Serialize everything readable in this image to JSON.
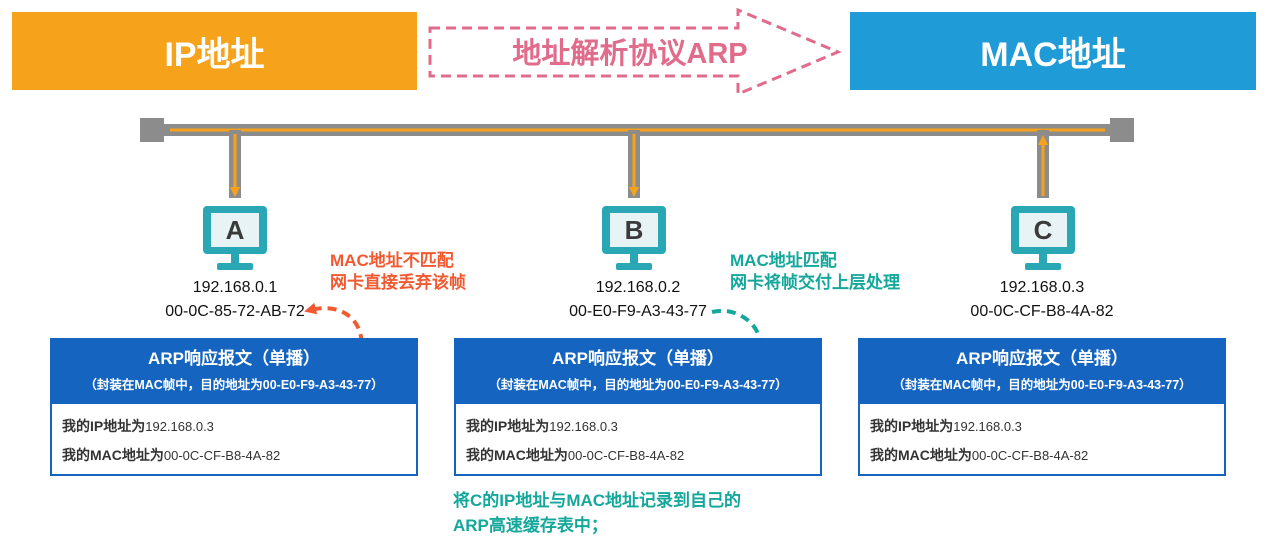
{
  "banner": {
    "left_label": "IP地址",
    "arrow_label": "地址解析协议ARP",
    "right_label": "MAC地址"
  },
  "hosts": [
    {
      "letter": "A",
      "ip": "192.168.0.1",
      "mac": "00-0C-85-72-AB-72"
    },
    {
      "letter": "B",
      "ip": "192.168.0.2",
      "mac": "00-E0-F9-A3-43-77"
    },
    {
      "letter": "C",
      "ip": "192.168.0.3",
      "mac": "00-0C-CF-B8-4A-82"
    }
  ],
  "notes": {
    "a_line1": "MAC地址不匹配",
    "a_line2": "网卡直接丢弃该帧",
    "b_line1": "MAC地址匹配",
    "b_line2": "网卡将帧交付上层处理"
  },
  "packet": {
    "title": "ARP响应报文（单播）",
    "subtitle_prefix": "（封装在MAC帧中，目的地址为",
    "subtitle_mac": "00-E0-F9-A3-43-77",
    "subtitle_suffix": "）",
    "ip_prefix": "我的IP地址为",
    "ip_value": "192.168.0.3",
    "mac_prefix": "我的MAC地址为",
    "mac_value": "00-0C-CF-B8-4A-82"
  },
  "bottom_note": {
    "line1": "将C的IP地址与MAC地址记录到自己的",
    "line2": "ARP高速缓存表中；"
  },
  "colors": {
    "orange": "#f7a21b",
    "blue": "#1f9bd7",
    "pink": "#e06b8b",
    "packet_blue": "#1565c0",
    "teal": "#14a79b",
    "red": "#f15a31"
  }
}
